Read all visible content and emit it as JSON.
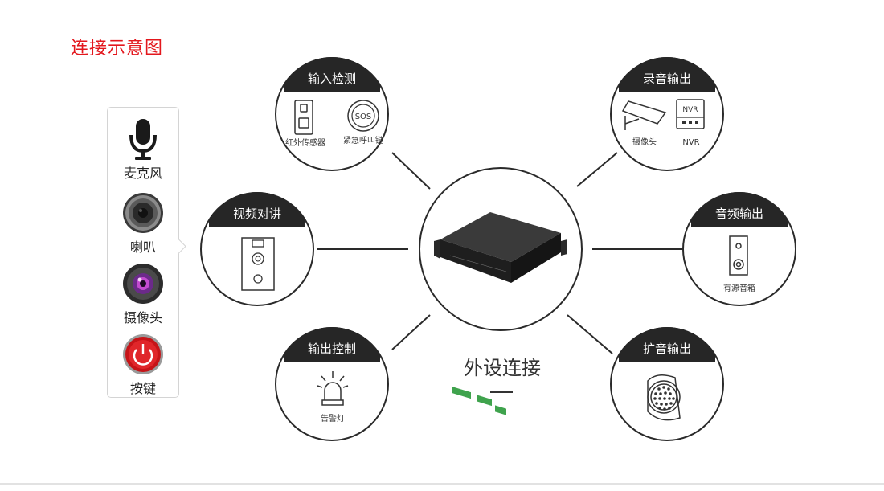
{
  "page": {
    "title": "连接示意图"
  },
  "side_panel": {
    "items": [
      {
        "label": "麦克风",
        "icon": "microphone-icon"
      },
      {
        "label": "喇叭",
        "icon": "speaker-icon"
      },
      {
        "label": "摄像头",
        "icon": "camera-lens-icon"
      },
      {
        "label": "按键",
        "icon": "power-button-icon"
      }
    ]
  },
  "center": {
    "label": "外设连接",
    "device": "ip-audio-terminal"
  },
  "nodes": {
    "input_detect": {
      "title": "输入检测",
      "captions": [
        "红外传感器",
        "紧急呼叫键"
      ],
      "sos_text": "SOS"
    },
    "video_talk": {
      "title": "视频对讲"
    },
    "output_control": {
      "title": "输出控制",
      "captions": [
        "告警灯"
      ]
    },
    "record_output": {
      "title": "录音输出",
      "captions": [
        "摄像头",
        "NVR"
      ],
      "nvr_text": "NVR"
    },
    "audio_output": {
      "title": "音频输出",
      "captions": [
        "有源音箱"
      ]
    },
    "pa_output": {
      "title": "扩音输出"
    }
  },
  "colors": {
    "title_red": "#e3171d",
    "node_header": "#262626",
    "ring": "#2a2a2a"
  }
}
